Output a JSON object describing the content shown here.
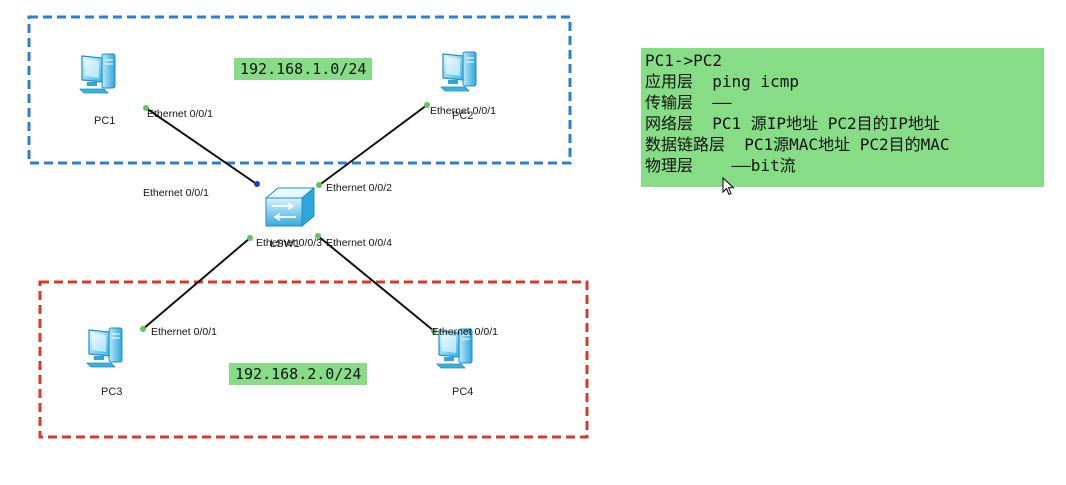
{
  "pcs": [
    {
      "label": "PC1"
    },
    {
      "label": "PC2"
    },
    {
      "label": "PC3"
    },
    {
      "label": "PC4"
    }
  ],
  "switch": {
    "label": "LSW1"
  },
  "ports": {
    "pc1": "Ethernet 0/0/1",
    "pc2": "Ethernet 0/0/1",
    "pc3": "Ethernet 0/0/1",
    "pc4": "Ethernet 0/0/1",
    "sw1": "Ethernet 0/0/1",
    "sw2": "Ethernet 0/0/2",
    "sw3": "Ethernet 0/0/3",
    "sw4": "Ethernet 0/0/4"
  },
  "subnets": {
    "top": "192.168.1.0/24",
    "bottom": "192.168.2.0/24"
  },
  "notes": {
    "lines": [
      "PC1->PC2",
      "应用层  ping icmp",
      "传输层  ——",
      "网络层  PC1 源IP地址 PC2目的IP地址",
      "数据链路层  PC1源MAC地址 PC2目的MAC",
      "物理层    ——bit流"
    ]
  },
  "colors": {
    "top_group_border": "#2a7fd4",
    "bottom_group_border": "#d83a2a",
    "label_highlight": "#86dd86",
    "link": "#111111",
    "port_dot_green": "#5cc85c",
    "port_dot_blue": "#1a3fd0"
  },
  "icons": [
    "pc-icon",
    "switch-icon",
    "mouse-pointer-icon"
  ]
}
